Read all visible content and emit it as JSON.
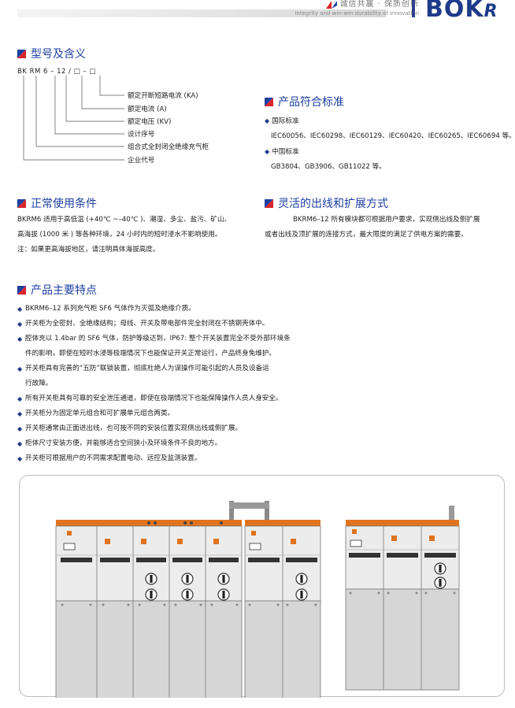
{
  "header": {
    "slogan_cn": "诚信共赢 · 保质创新",
    "slogan_en": "Integrity and win-win  durability of innovation",
    "logo": "BOK"
  },
  "model": {
    "title": "型号及含义",
    "code": "BK  RM  6 – 12 / □ – □",
    "labels": [
      "额定开断短路电流 (KA)",
      "额定电流 (A)",
      "额定电压 (KV)",
      "设计序号",
      "组合式全封闭全绝缘充气柜",
      "企业代号"
    ]
  },
  "standards": {
    "title": "产品符合标准",
    "items": [
      {
        "label": "国际标准",
        "detail": "IEC60056、IEC60298、IEC60129、IEC60420、IEC60265、IEC60694 等。"
      },
      {
        "label": "中国标准",
        "detail": "GB3804、GB3906、GB11022 等。"
      }
    ]
  },
  "conditions": {
    "title": "正常使用条件",
    "lines": [
      "BKRM6 适用于高低温 (+40℃ ~–40℃ )、潮湿、多尘、盐污、矿山、",
      "高海拔 (1000 米 ) 等各种环境，24 小时内的短时浸水不影响使用。",
      "注：如果更高海拔地区，请注明具体海拔高度。"
    ]
  },
  "expansion": {
    "title": "灵活的出线和扩展方式",
    "lines": [
      "BKRM6–12 所有模块都可根据用户要求，实现侧出线及侧扩展",
      "或者出线及顶扩展的连接方式，最大限度的满足了供电方案的需要。"
    ]
  },
  "features": {
    "title": "产品主要特点",
    "items": [
      {
        "text": "BKRM6–12 系列充气柜 SF6 气体作为灭弧及绝缘介质。",
        "bullet": true
      },
      {
        "text": "开关柜为全密封、全绝缘结构；母线、开关及带电部件完全封闭在不锈钢壳体中。",
        "bullet": true
      },
      {
        "text": "腔体充以 1.4bar 的 SF6 气体，防护等级达到，IP67: 整个开关装置完全不受外部环境条",
        "bullet": true
      },
      {
        "text": "件的影响，即使在短时水浸等极端情况下也能保证开关正常运行，产品终身免维护。",
        "bullet": false
      },
      {
        "text": "开关柜具有完善的“五防”联锁装置，彻底杜绝人为误操作可能引起的人员及设备运",
        "bullet": true
      },
      {
        "text": "行故障。",
        "bullet": false
      },
      {
        "text": "所有开关柜具有可靠的安全泄压通道，即使在极端情况下也能保障操作人员人身安全。",
        "bullet": true
      },
      {
        "text": "开关柜分为固定单元组合和可扩展单元组合两类。",
        "bullet": true
      },
      {
        "text": "开关柜通常由正面进出线，也可按不同的安装位置实现侧出线或侧扩展。",
        "bullet": true
      },
      {
        "text": "柜体尺寸安装方便，并能够适合空间狭小及环境条件不良的地方。",
        "bullet": true
      },
      {
        "text": "开关柜可根据用户的不同需求配置电动、远控及监测装置。",
        "bullet": true
      }
    ]
  },
  "colors": {
    "accent_blue": "#1e3fa0",
    "accent_red": "#d8262e",
    "cabinet_orange": "#e0731e"
  }
}
